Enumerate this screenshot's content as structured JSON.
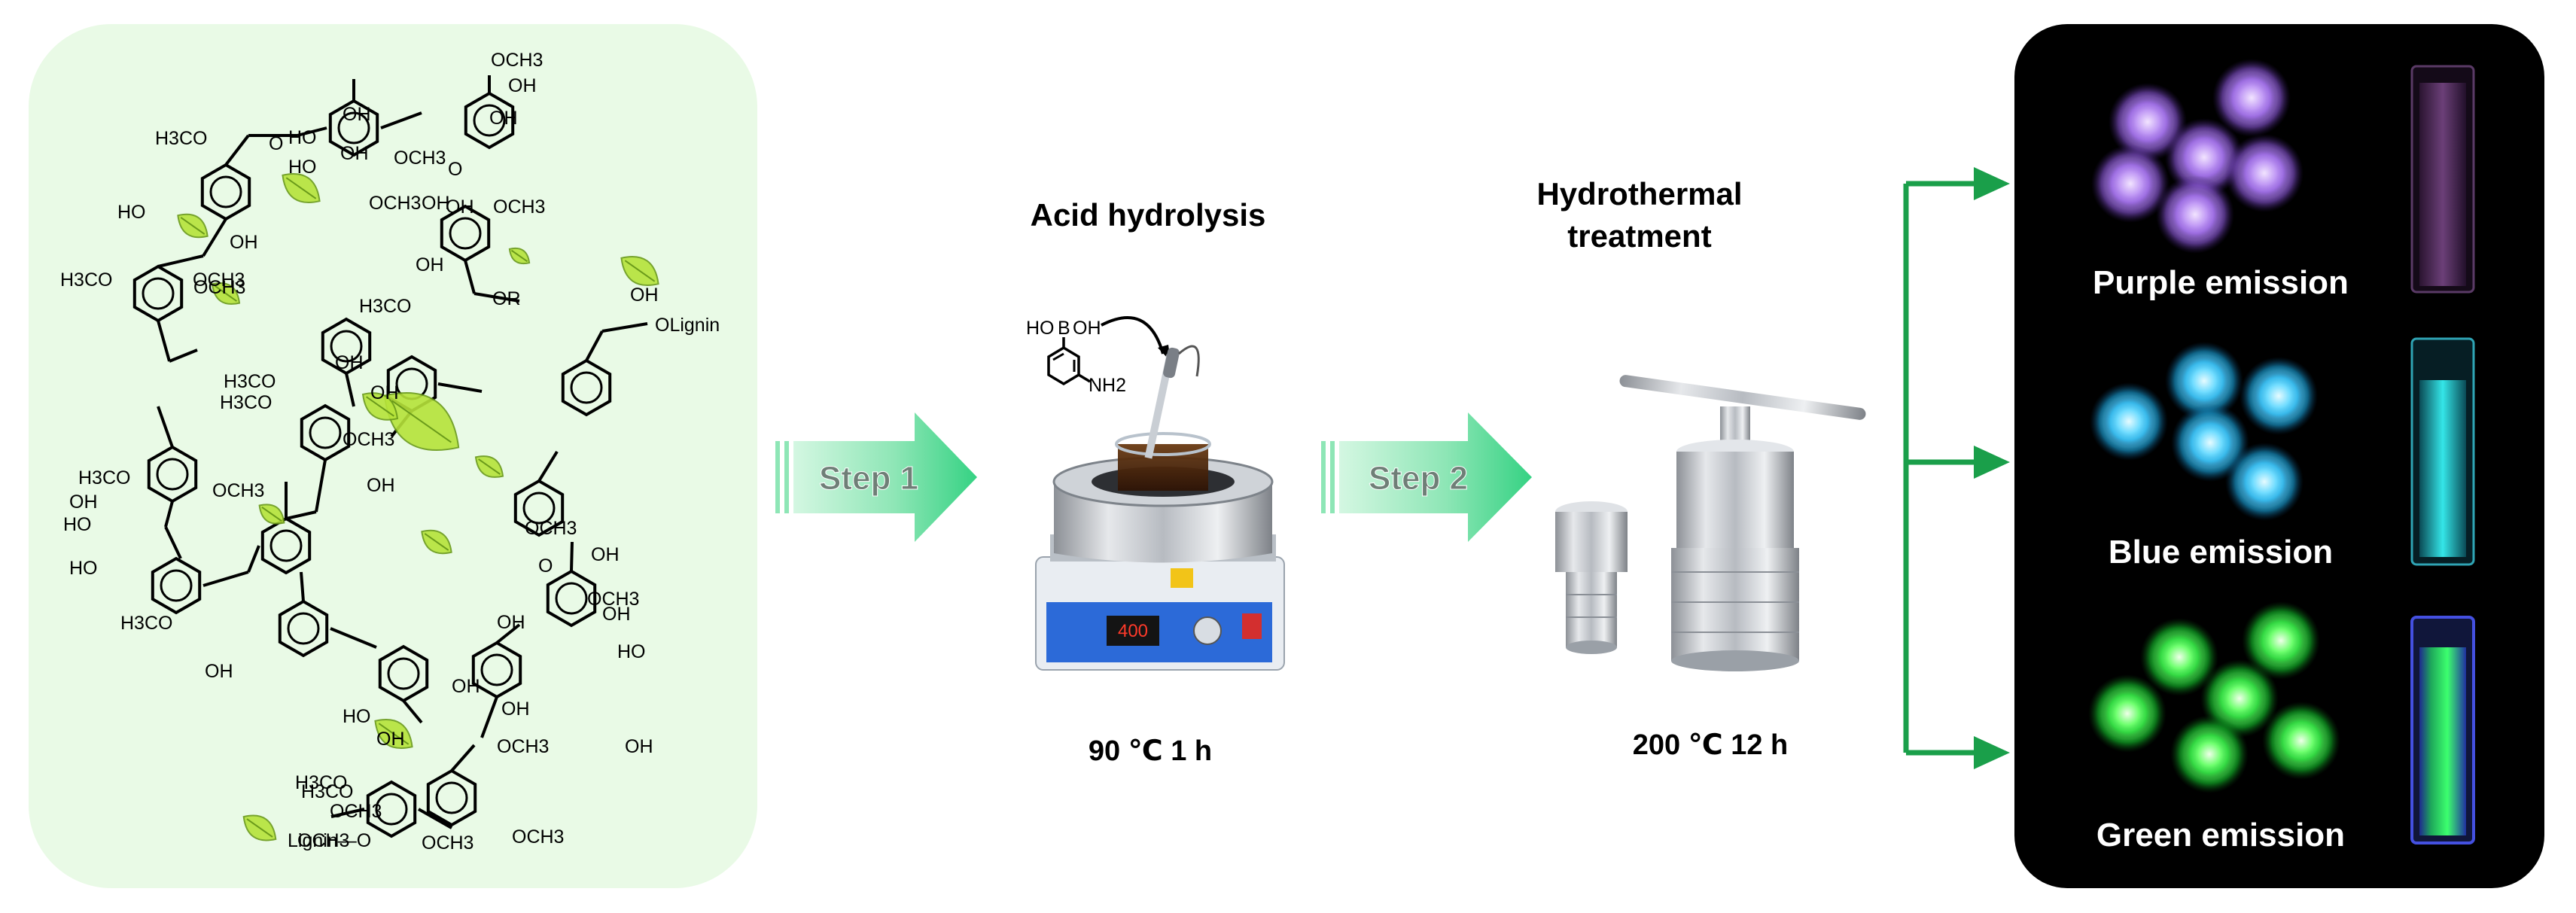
{
  "lignin_panel": {
    "structure_labels": [
      "OCH3",
      "OH",
      "OH",
      "OCH3",
      "HO",
      "HO",
      "H3CO",
      "O",
      "OH",
      "OH",
      "OCH3",
      "OH",
      "O",
      "OH",
      "OCH3",
      "HO",
      "OH",
      "OCH3",
      "OH",
      "OR",
      "H3CO",
      "H3CO",
      "OCH3",
      "OH",
      "OLignin",
      "H3CO",
      "OH",
      "OH",
      "OCH3",
      "H3CO",
      "OH",
      "HO",
      "OCH3",
      "H3CO",
      "OH",
      "OCH3",
      "O",
      "OH",
      "OCH3",
      "OH",
      "HO",
      "OH",
      "HO",
      "OH",
      "H3CO",
      "OCH3",
      "H3CO",
      "OH",
      "HO",
      "OH",
      "OCH3",
      "OH",
      "OH",
      "OCH3",
      "H3CO",
      "OCH3",
      "Lignin—O",
      "OCH3"
    ]
  },
  "step1": {
    "arrow_label": "Step 1",
    "title": "Acid hydrolysis",
    "reagent_labels": [
      "HO",
      "B",
      "OH",
      "NH2"
    ],
    "condition": "90 ℃ 1 h"
  },
  "step2": {
    "arrow_label": "Step 2",
    "title_line1": "Hydrothermal",
    "title_line2": "treatment",
    "condition": "200 ℃ 12 h"
  },
  "emissions": [
    {
      "label": "Purple emission",
      "color": "#c9a2ff"
    },
    {
      "label": "Blue emission",
      "color": "#7fe0ff"
    },
    {
      "label": "Green emission",
      "color": "#86ff86"
    }
  ],
  "colors": {
    "lignin_bg": "#e9fae6",
    "arrow_green": "#3fd58a",
    "branch_green": "#1a9f4a",
    "dark_panel": "#000000"
  }
}
